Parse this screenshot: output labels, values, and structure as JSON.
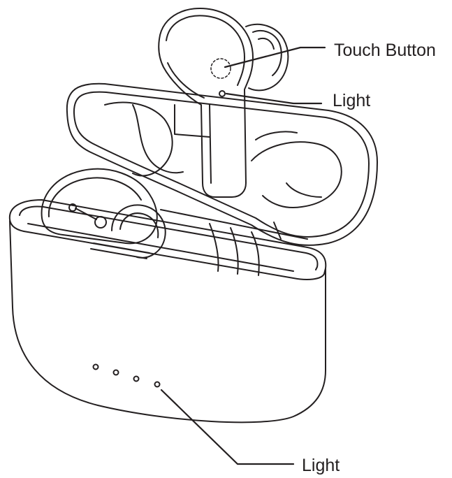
{
  "labels": {
    "touch_button": "Touch Button",
    "light_earbud": "Light",
    "light_case": "Light"
  },
  "colors": {
    "line": "#231f20",
    "background": "#ffffff"
  }
}
